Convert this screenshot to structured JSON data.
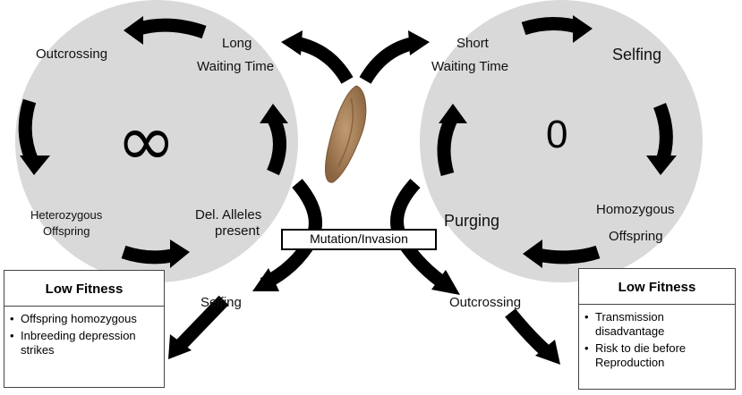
{
  "left_cycle": {
    "symbol": "∞",
    "labels": {
      "outcrossing": "Outcrossing",
      "waiting_line1": "Long",
      "waiting_line2": "Waiting Time",
      "alleles_line1": "Del. Alleles",
      "alleles_line2": "present",
      "offspring_line1": "Heterozygous",
      "offspring_line2": "Offspring"
    }
  },
  "right_cycle": {
    "symbol": "0",
    "labels": {
      "waiting_line1": "Short",
      "waiting_line2": "Waiting Time",
      "selfing": "Selfing",
      "offspring_line1": "Homozygous",
      "offspring_line2": "Offspring",
      "purging": "Purging"
    }
  },
  "center": {
    "mutation_label": "Mutation/Invasion",
    "worm_image": "flatworm-photo"
  },
  "branches": {
    "selfing": "Selfing",
    "outcrossing": "Outcrossing"
  },
  "left_box": {
    "title": "Low Fitness",
    "items": [
      "Offspring homozygous",
      "Inbreeding depression strikes"
    ]
  },
  "right_box": {
    "title": "Low Fitness",
    "items": [
      "Transmission disadvantage",
      "Risk to die before Reproduction"
    ]
  },
  "colors": {
    "circle": "#d9d9d9",
    "arrow": "#000000",
    "worm": "#a47a4e"
  }
}
